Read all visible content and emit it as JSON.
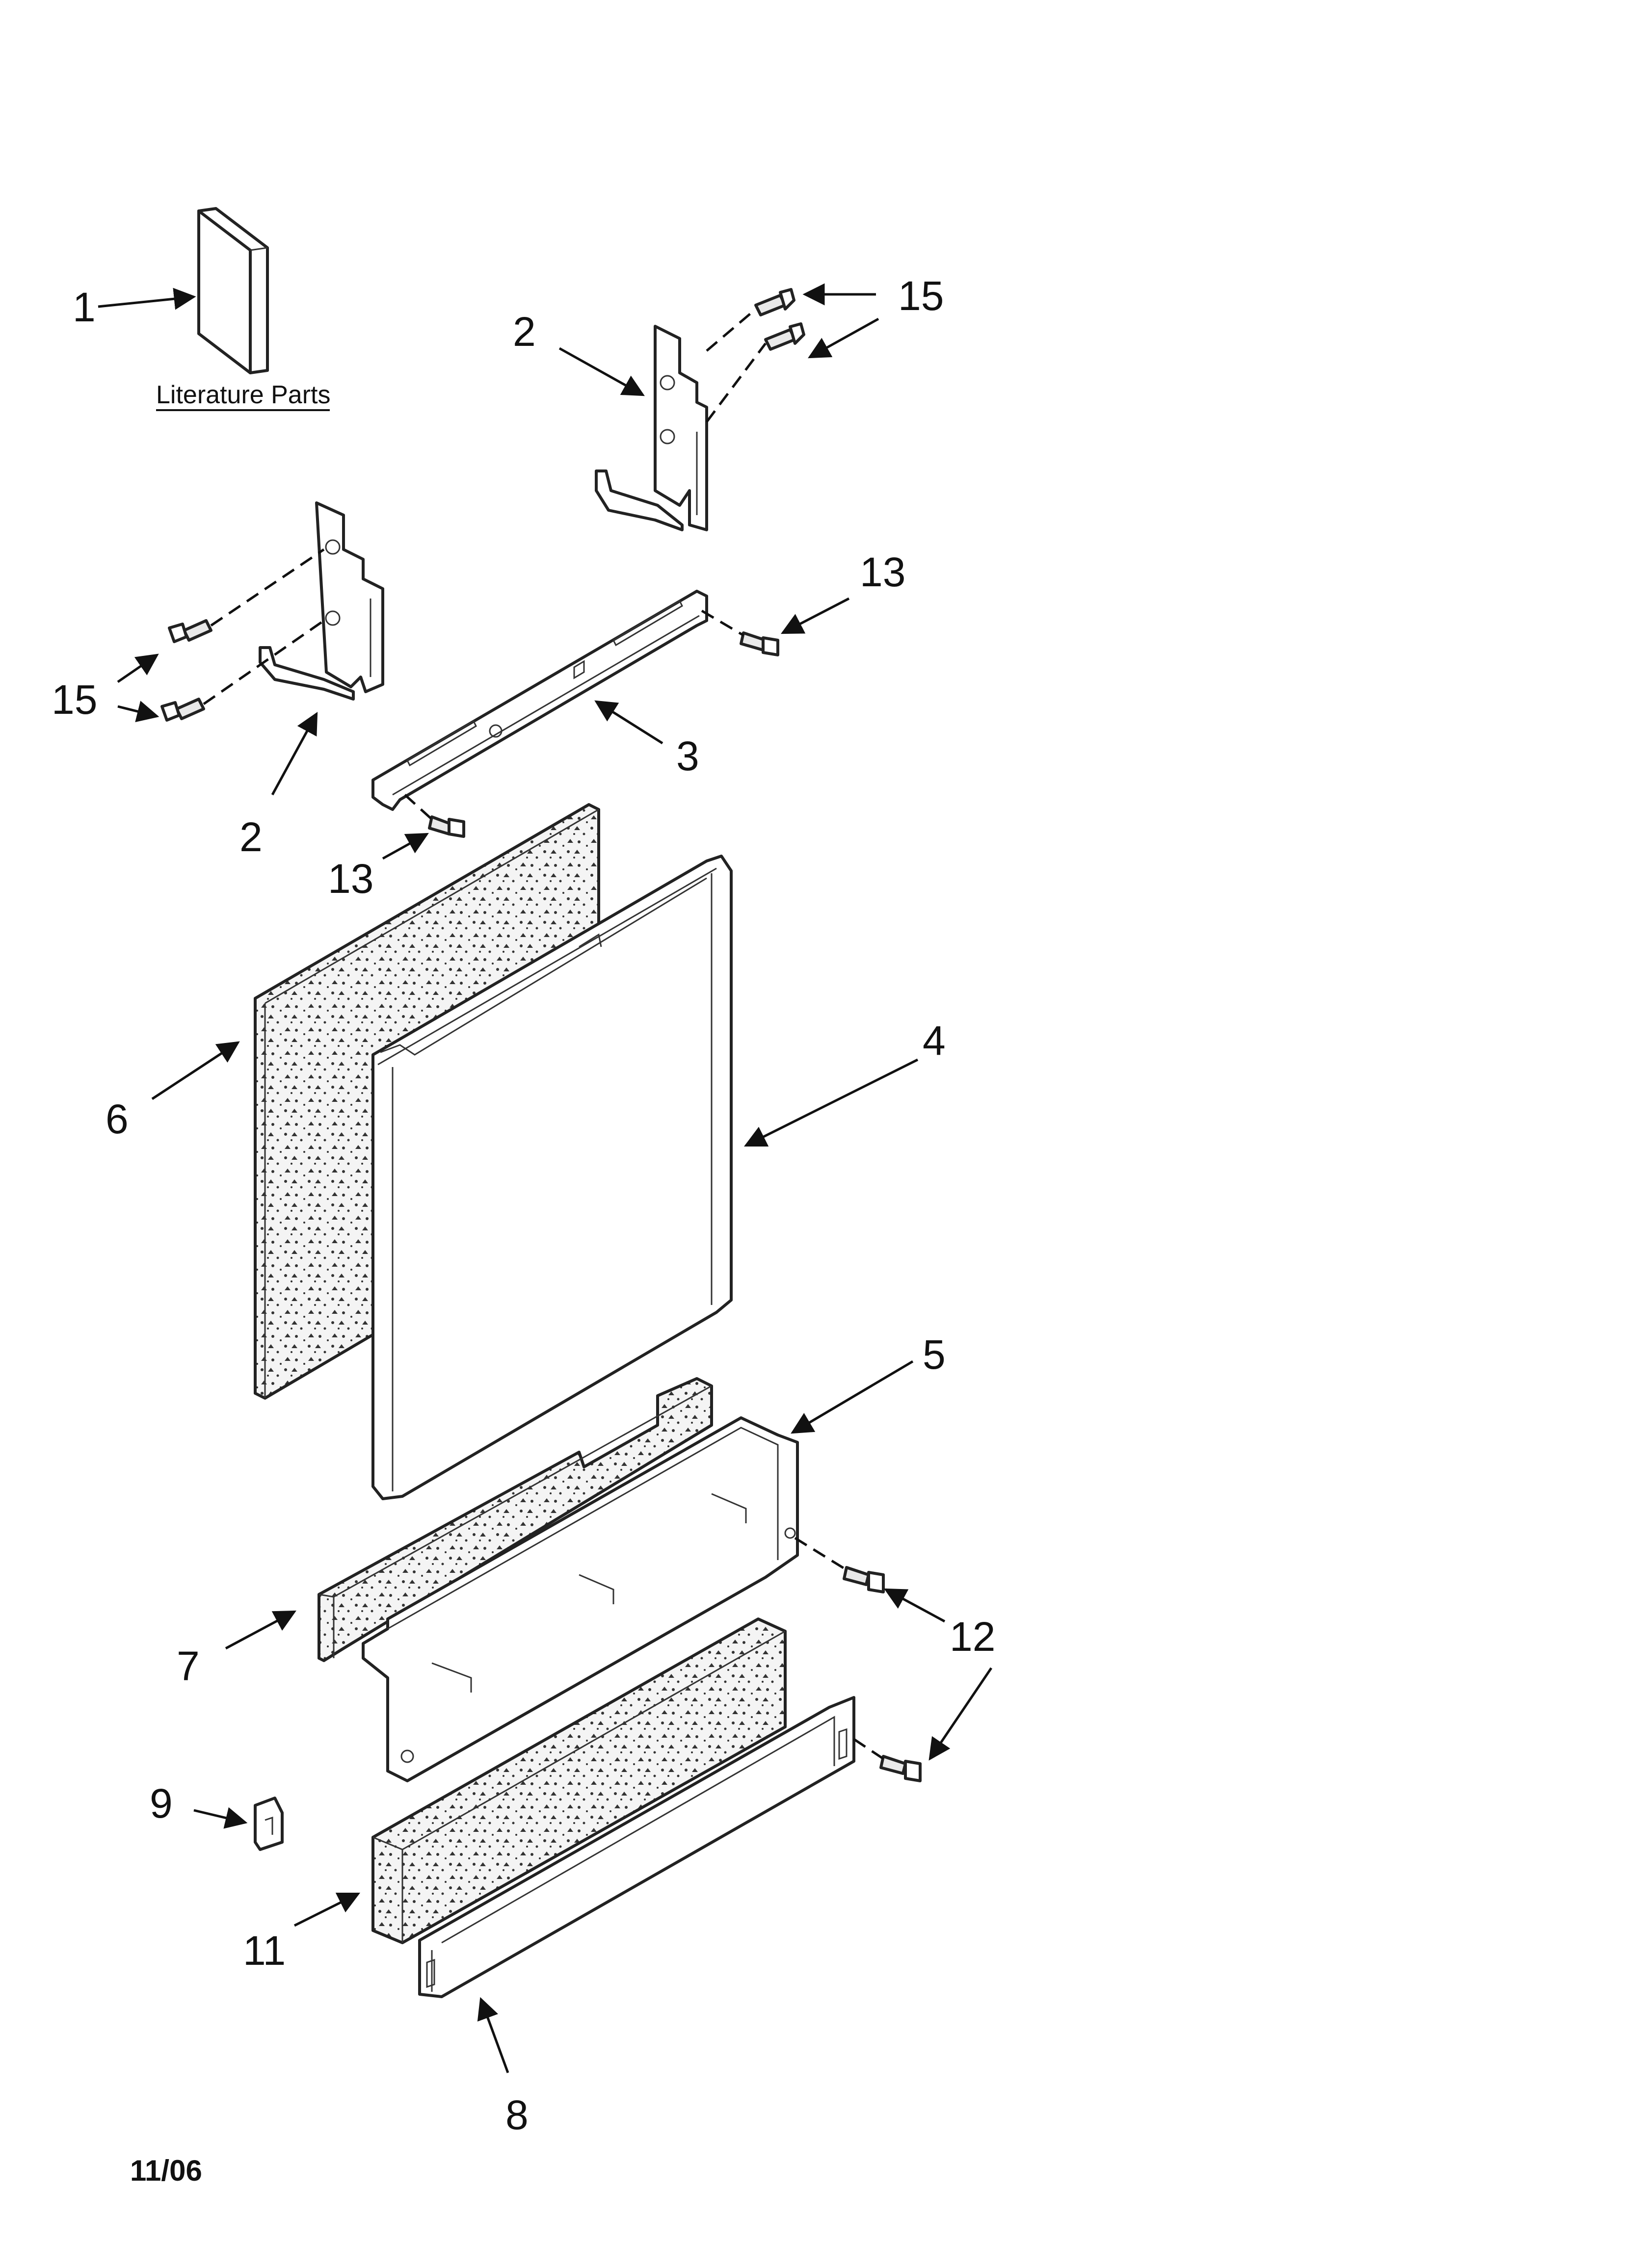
{
  "literature": {
    "label": "Literature Parts"
  },
  "date_stamp": "11/06",
  "callouts": {
    "c1": "1",
    "c2a": "2",
    "c2b": "2",
    "c3": "3",
    "c4": "4",
    "c5": "5",
    "c6": "6",
    "c7": "7",
    "c8": "8",
    "c9": "9",
    "c11": "11",
    "c12": "12",
    "c13a": "13",
    "c13b": "13",
    "c15a": "15",
    "c15b": "15"
  }
}
